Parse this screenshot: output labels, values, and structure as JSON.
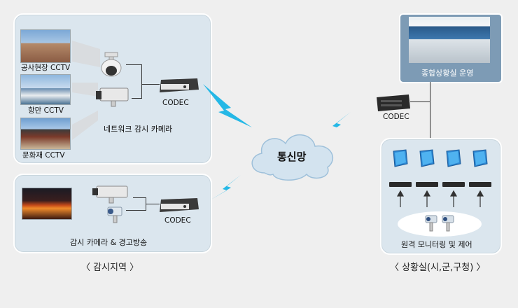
{
  "left": {
    "site_labels": [
      "공사현장 CCTV",
      "항만 CCTV",
      "문화재 CCTV"
    ],
    "camera_group_label": "네트워크 감시 카메라",
    "codec_label": "CODEC",
    "alarm_label": "감시 카메라 & 경고방송",
    "alarm_codec_label": "CODEC",
    "area_caption": "〈 감시지역 〉"
  },
  "center": {
    "network_label": "통신망"
  },
  "right": {
    "ops_label": "종합상황실 운영",
    "codec_label": "CODEC",
    "monitor_label": "원격 모니터링 및 제어",
    "room_caption": "〈 상황실(시,군,구청) 〉"
  },
  "colors": {
    "panel": "#dbe6ee",
    "cloud": "#d3e3ef",
    "lightning": "#25b8e6",
    "ops_panel": "#7d9bb5"
  }
}
